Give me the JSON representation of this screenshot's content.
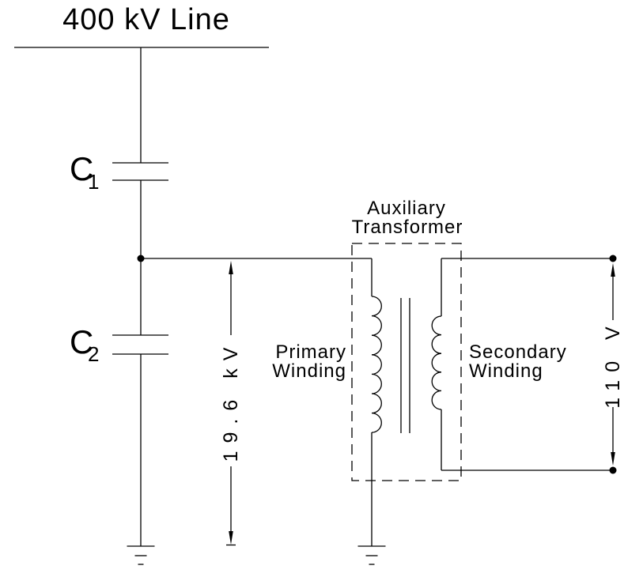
{
  "diagram": {
    "title": "400 kV Line",
    "colors": {
      "line": "#000000",
      "background": "#ffffff",
      "text": "#000000"
    },
    "capacitor_c1": {
      "letter": "C",
      "subscript": "1"
    },
    "capacitor_c2": {
      "letter": "C",
      "subscript": "2"
    },
    "aux_transformer": {
      "label_line1": "Auxiliary",
      "label_line2": "Transformer"
    },
    "primary_winding": {
      "label_line1": "Primary",
      "label_line2": "Winding"
    },
    "secondary_winding": {
      "label_line1": "Secondary",
      "label_line2": "Winding"
    },
    "dimensions": {
      "primary_tap_voltage": "19.6 kV",
      "secondary_voltage": "110 V"
    }
  }
}
